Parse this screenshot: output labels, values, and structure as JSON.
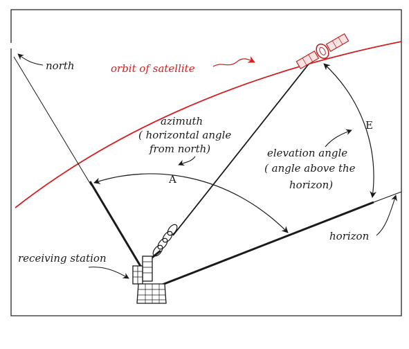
{
  "labels": {
    "north": "north",
    "orbit": "orbit of satellite",
    "azimuth_line1": "azimuth",
    "azimuth_line2": "( horizontal angle",
    "azimuth_line3": "from north)",
    "azimuth_letter": "A",
    "elevation_line1": "elevation angle",
    "elevation_line2": "( angle above the",
    "elevation_line3": "horizon)",
    "elevation_letter": "E",
    "horizon": "horizon",
    "station": "receiving station"
  },
  "colors": {
    "ink": "#1a1a1a",
    "orbit": "#d42020",
    "frame": "#222222"
  }
}
